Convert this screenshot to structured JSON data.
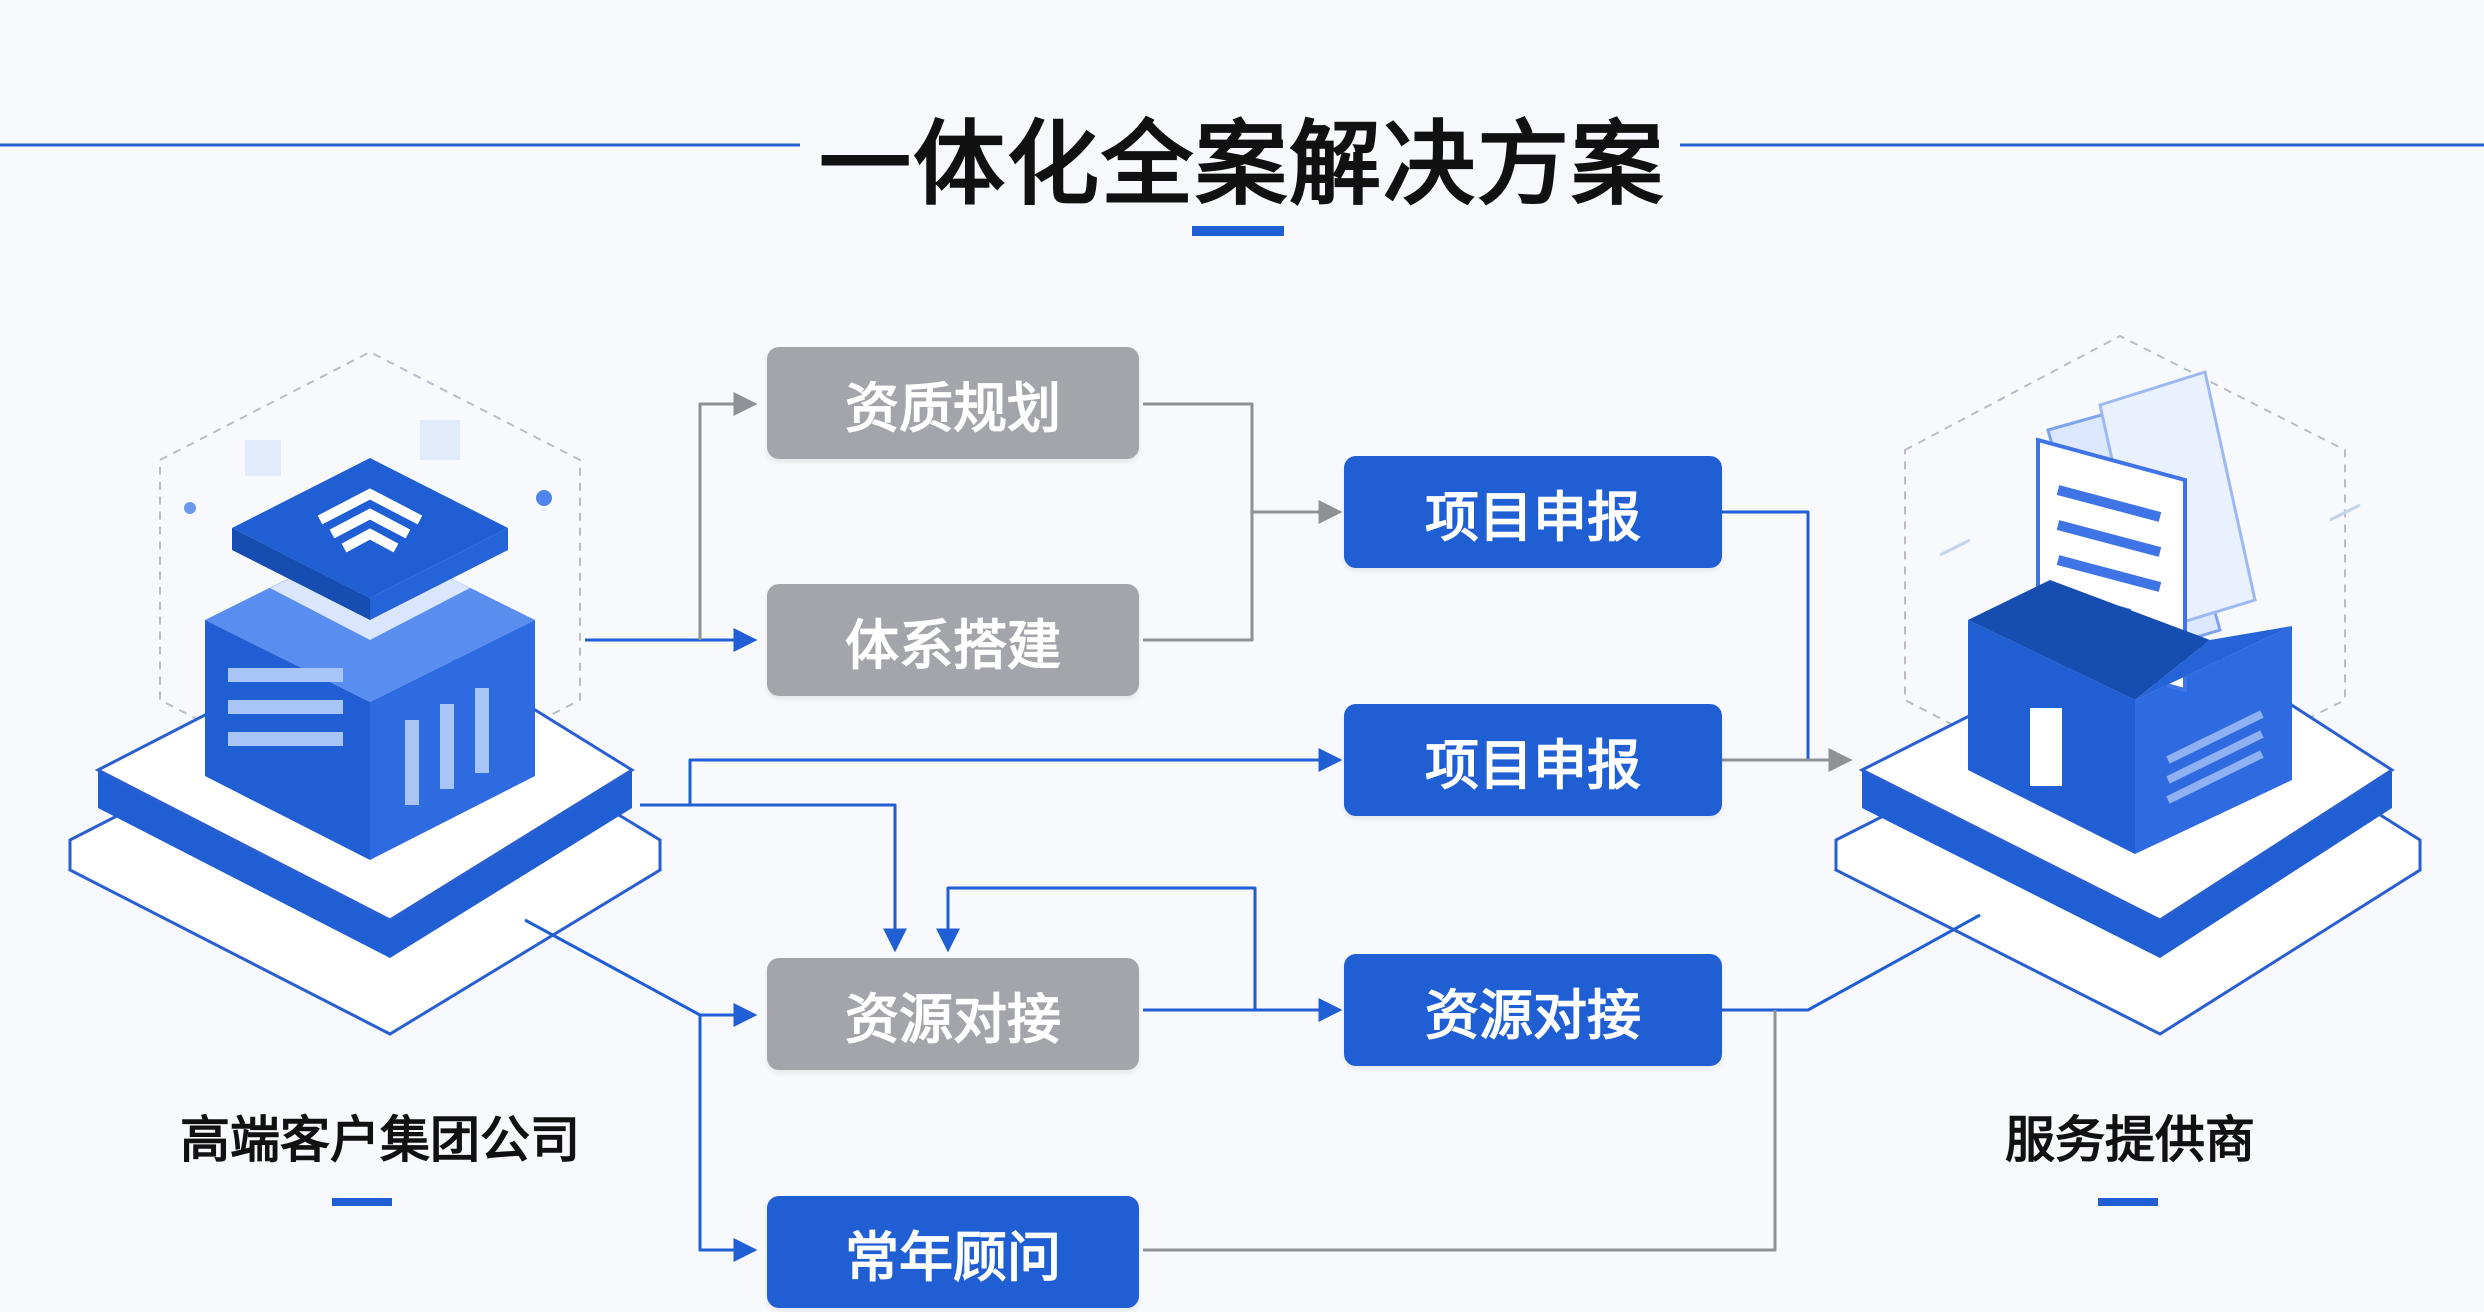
{
  "title": "一体化全案解决方案",
  "left_party": {
    "label": "高端客户集团公司"
  },
  "right_party": {
    "label": "服务提供商"
  },
  "left_column": [
    {
      "label": "资质规划",
      "style": "gray"
    },
    {
      "label": "体系搭建",
      "style": "gray"
    },
    {
      "label": "资源对接",
      "style": "gray"
    },
    {
      "label": "常年顾问",
      "style": "blue"
    }
  ],
  "right_column": [
    {
      "label": "项目申报",
      "style": "blue"
    },
    {
      "label": "项目申报",
      "style": "blue"
    },
    {
      "label": "资源对接",
      "style": "blue"
    }
  ],
  "colors": {
    "primary": "#1f5fd3",
    "gray": "#a3a5aa",
    "arrow_gray": "#8e9196"
  }
}
